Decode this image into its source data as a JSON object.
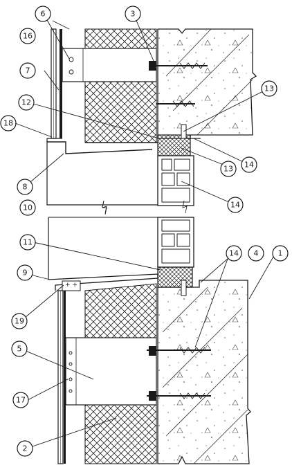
{
  "callouts": {
    "c1": "1",
    "c2": "2",
    "c3": "3",
    "c4": "4",
    "c5": "5",
    "c6": "6",
    "c7": "7",
    "c8": "8",
    "c9": "9",
    "c10": "10",
    "c11": "11",
    "c12": "12",
    "c13a": "13",
    "c13b": "13",
    "c14a": "14",
    "c14b": "14",
    "c14c": "14",
    "c16": "16",
    "c17": "17",
    "c18": "18",
    "c19": "19"
  },
  "colors": {
    "line": "#1a1a1a",
    "concrete_dot": "#555555",
    "insulation_hatch": "#222222",
    "background": "#ffffff"
  }
}
